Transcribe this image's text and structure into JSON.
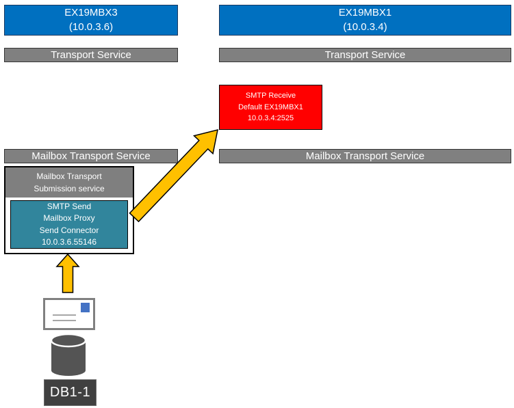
{
  "left_server": {
    "name": "EX19MBX3",
    "ip": "(10.0.3.6)",
    "transport_service": "Transport Service",
    "mailbox_transport_service": "Mailbox Transport Service"
  },
  "right_server": {
    "name": "EX19MBX1",
    "ip": "(10.0.3.4)",
    "transport_service": "Transport Service",
    "mailbox_transport_service": "Mailbox Transport Service"
  },
  "smtp_receive_box": {
    "lines": [
      "SMTP Receive",
      "Default EX19MBX1",
      "10.0.3.4:2525"
    ]
  },
  "submission_box": {
    "header_lines": [
      "Mailbox Transport",
      "Submission service"
    ],
    "smtp_send_lines": [
      "SMTP Send",
      "Mailbox Proxy",
      "Send Connector",
      "10.0.3.6.55146"
    ]
  },
  "database": {
    "label": "DB1-1"
  },
  "icons": {
    "envelope": "envelope-icon",
    "database_cylinder": "database-cylinder-icon",
    "up_arrow": "up-arrow-icon",
    "diagonal_arrow": "diagonal-arrow-icon"
  },
  "colors": {
    "server_blue": "#0070C0",
    "bar_gray": "#808080",
    "header_gray": "#7F7F7F",
    "receive_red": "#FF0000",
    "send_teal": "#31859C",
    "arrow_orange": "#FFC000",
    "db_dark": "#404040",
    "cylinder_gray": "#545454",
    "stamp_blue": "#4472C4"
  }
}
